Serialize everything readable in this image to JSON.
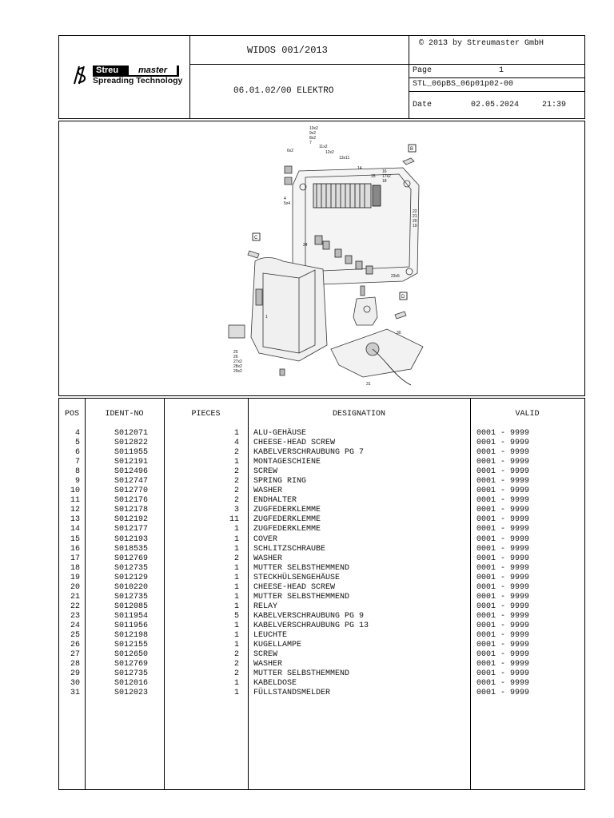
{
  "header": {
    "title": "WIDOS 001/2013",
    "copyright": "© 2013 by Streumaster GmbH",
    "logo_brand_1": "Streu",
    "logo_brand_2": "master",
    "logo_tagline": "Spreading Technology",
    "subtitle": "06.01.02/00 ELEKTRO",
    "page_label": "Page",
    "page_value": "1",
    "doc_code": "STL_06pBS_06p01p02-00",
    "date_label": "Date",
    "date_value": "02.05.2024",
    "time_value": "21:39"
  },
  "drawing": {
    "callouts": [
      "10x2",
      "9x2",
      "8x2",
      "7",
      "6x2",
      "11x2",
      "12x2",
      "13x11",
      "14",
      "15",
      "16",
      "17x2",
      "18",
      "4",
      "5x4",
      "22",
      "21",
      "20",
      "19",
      "24",
      "23x5",
      "25",
      "26",
      "27x2",
      "28x2",
      "29x2",
      "30",
      "31",
      "1"
    ],
    "views": [
      "B",
      "C",
      "D"
    ]
  },
  "table": {
    "headers": {
      "pos": "POS",
      "ident": "IDENT-NO",
      "pieces": "PIECES",
      "designation": "DESIGNATION",
      "valid": "VALID"
    },
    "rows": [
      {
        "pos": "4",
        "ident": "S012071",
        "pieces": "1",
        "designation": "ALU-GEHÄUSE",
        "valid": "0001 - 9999"
      },
      {
        "pos": "5",
        "ident": "S012822",
        "pieces": "4",
        "designation": "CHEESE-HEAD SCREW",
        "valid": "0001 - 9999"
      },
      {
        "pos": "6",
        "ident": "S011955",
        "pieces": "2",
        "designation": "KABELVERSCHRAUBUNG PG 7",
        "valid": "0001 - 9999"
      },
      {
        "pos": "7",
        "ident": "S012191",
        "pieces": "1",
        "designation": "MONTAGESCHIENE",
        "valid": "0001 - 9999"
      },
      {
        "pos": "8",
        "ident": "S012496",
        "pieces": "2",
        "designation": "SCREW",
        "valid": "0001 - 9999"
      },
      {
        "pos": "9",
        "ident": "S012747",
        "pieces": "2",
        "designation": "SPRING RING",
        "valid": "0001 - 9999"
      },
      {
        "pos": "10",
        "ident": "S012770",
        "pieces": "2",
        "designation": "WASHER",
        "valid": "0001 - 9999"
      },
      {
        "pos": "11",
        "ident": "S012176",
        "pieces": "2",
        "designation": "ENDHALTER",
        "valid": "0001 - 9999"
      },
      {
        "pos": "12",
        "ident": "S012178",
        "pieces": "3",
        "designation": "ZUGFEDERKLEMME",
        "valid": "0001 - 9999"
      },
      {
        "pos": "13",
        "ident": "S012192",
        "pieces": "11",
        "designation": "ZUGFEDERKLEMME",
        "valid": "0001 - 9999"
      },
      {
        "pos": "14",
        "ident": "S012177",
        "pieces": "1",
        "designation": "ZUGFEDERKLEMME",
        "valid": "0001 - 9999"
      },
      {
        "pos": "15",
        "ident": "S012193",
        "pieces": "1",
        "designation": "COVER",
        "valid": "0001 - 9999"
      },
      {
        "pos": "16",
        "ident": "S018535",
        "pieces": "1",
        "designation": "SCHLITZSCHRAUBE",
        "valid": "0001 - 9999"
      },
      {
        "pos": "17",
        "ident": "S012769",
        "pieces": "2",
        "designation": "WASHER",
        "valid": "0001 - 9999"
      },
      {
        "pos": "18",
        "ident": "S012735",
        "pieces": "1",
        "designation": "MUTTER SELBSTHEMMEND",
        "valid": "0001 - 9999"
      },
      {
        "pos": "19",
        "ident": "S012129",
        "pieces": "1",
        "designation": "STECKHÜLSENGEHÄUSE",
        "valid": "0001 - 9999"
      },
      {
        "pos": "20",
        "ident": "S010220",
        "pieces": "1",
        "designation": "CHEESE-HEAD SCREW",
        "valid": "0001 - 9999"
      },
      {
        "pos": "21",
        "ident": "S012735",
        "pieces": "1",
        "designation": "MUTTER SELBSTHEMMEND",
        "valid": "0001 - 9999"
      },
      {
        "pos": "22",
        "ident": "S012085",
        "pieces": "1",
        "designation": "RELAY",
        "valid": "0001 - 9999"
      },
      {
        "pos": "23",
        "ident": "S011954",
        "pieces": "5",
        "designation": "KABELVERSCHRAUBUNG PG 9",
        "valid": "0001 - 9999"
      },
      {
        "pos": "24",
        "ident": "S011956",
        "pieces": "1",
        "designation": "KABELVERSCHRAUBUNG PG 13",
        "valid": "0001 - 9999"
      },
      {
        "pos": "25",
        "ident": "S012198",
        "pieces": "1",
        "designation": "LEUCHTE",
        "valid": "0001 - 9999"
      },
      {
        "pos": "26",
        "ident": "S012155",
        "pieces": "1",
        "designation": "KUGELLAMPE",
        "valid": "0001 - 9999"
      },
      {
        "pos": "27",
        "ident": "S012650",
        "pieces": "2",
        "designation": "SCREW",
        "valid": "0001 - 9999"
      },
      {
        "pos": "28",
        "ident": "S012769",
        "pieces": "2",
        "designation": "WASHER",
        "valid": "0001 - 9999"
      },
      {
        "pos": "29",
        "ident": "S012735",
        "pieces": "2",
        "designation": "MUTTER SELBSTHEMMEND",
        "valid": "0001 - 9999"
      },
      {
        "pos": "30",
        "ident": "S012016",
        "pieces": "1",
        "designation": "KABELDOSE",
        "valid": "0001 - 9999"
      },
      {
        "pos": "31",
        "ident": "S012023",
        "pieces": "1",
        "designation": "FÜLLSTANDSMELDER",
        "valid": "0001 - 9999"
      }
    ]
  }
}
